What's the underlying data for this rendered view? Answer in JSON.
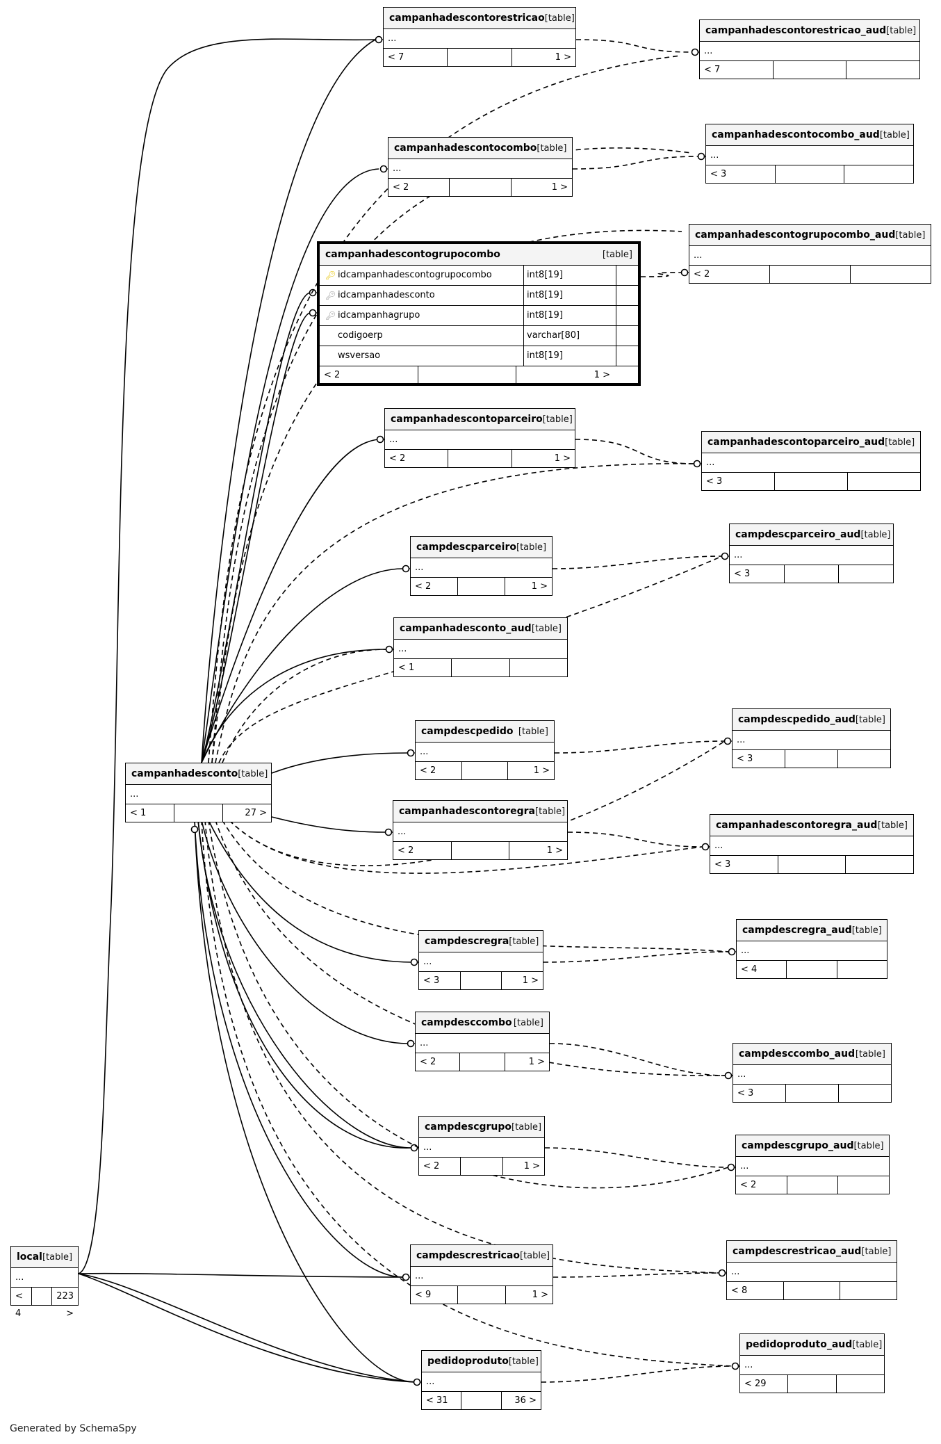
{
  "footer": "Generated by SchemaSpy",
  "type_label": "[table]",
  "ellipsis": "...",
  "tables": [
    {
      "name": "campanhadescontorestricao",
      "left": "< 7",
      "right": "1 >"
    },
    {
      "name": "campanhadescontorestricao_aud",
      "left": "< 7",
      "right": ""
    },
    {
      "name": "campanhadescontocombo",
      "left": "< 2",
      "right": "1 >"
    },
    {
      "name": "campanhadescontocombo_aud",
      "left": "< 3",
      "right": ""
    },
    {
      "name": "campanhadescontogrupocombo_aud",
      "left": "< 2",
      "right": ""
    },
    {
      "name": "campanhadescontoparceiro",
      "left": "< 2",
      "right": "1 >"
    },
    {
      "name": "campanhadescontoparceiro_aud",
      "left": "< 3",
      "right": ""
    },
    {
      "name": "campdescparceiro",
      "left": "< 2",
      "right": "1 >"
    },
    {
      "name": "campdescparceiro_aud",
      "left": "< 3",
      "right": ""
    },
    {
      "name": "campanhadesconto_aud",
      "left": "< 1",
      "right": ""
    },
    {
      "name": "campdescpedido",
      "left": "< 2",
      "right": "1 >"
    },
    {
      "name": "campdescpedido_aud",
      "left": "< 3",
      "right": ""
    },
    {
      "name": "campanhadesconto",
      "left": "< 1",
      "right": "27 >"
    },
    {
      "name": "campanhadescontoregra",
      "left": "< 2",
      "right": "1 >"
    },
    {
      "name": "campanhadescontoregra_aud",
      "left": "< 3",
      "right": ""
    },
    {
      "name": "campdescregra",
      "left": "< 3",
      "right": "1 >"
    },
    {
      "name": "campdescregra_aud",
      "left": "< 4",
      "right": ""
    },
    {
      "name": "campdesccombo",
      "left": "< 2",
      "right": "1 >"
    },
    {
      "name": "campdesccombo_aud",
      "left": "< 3",
      "right": ""
    },
    {
      "name": "campdescgrupo",
      "left": "< 2",
      "right": "1 >"
    },
    {
      "name": "campdescgrupo_aud",
      "left": "< 2",
      "right": ""
    },
    {
      "name": "local",
      "left": "< 4",
      "right": "223 >"
    },
    {
      "name": "campdescrestricao",
      "left": "< 9",
      "right": "1 >"
    },
    {
      "name": "campdescrestricao_aud",
      "left": "< 8",
      "right": ""
    },
    {
      "name": "pedidoproduto",
      "left": "< 31",
      "right": "36 >"
    },
    {
      "name": "pedidoproduto_aud",
      "left": "< 29",
      "right": ""
    }
  ],
  "focus": {
    "name": "campanhadescontogrupocombo",
    "type_label": "[table]",
    "columns": [
      {
        "name": "idcampanhadescontogrupocombo",
        "type": "int8[19]",
        "key": "pk"
      },
      {
        "name": "idcampanhadesconto",
        "type": "int8[19]",
        "key": "fk"
      },
      {
        "name": "idcampanhagrupo",
        "type": "int8[19]",
        "key": "fk"
      },
      {
        "name": "codigoerp",
        "type": "varchar[80]",
        "key": ""
      },
      {
        "name": "wsversao",
        "type": "int8[19]",
        "key": ""
      }
    ],
    "left": "< 2",
    "right": "1 >"
  }
}
